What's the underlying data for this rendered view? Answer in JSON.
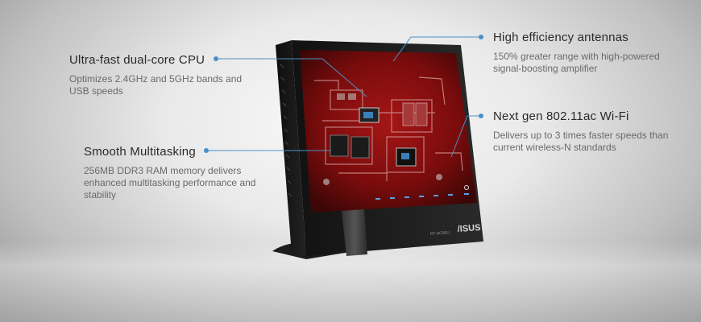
{
  "callouts": {
    "cpu": {
      "title": "Ultra-fast dual-core CPU",
      "description": "Optimizes 2.4GHz and 5GHz bands and USB speeds"
    },
    "multitasking": {
      "title": "Smooth Multitasking",
      "description": "256MB DDR3 RAM memory delivers enhanced multitasking performance and stability"
    },
    "antennas": {
      "title": "High efficiency antennas",
      "description": "150% greater range with high-powered signal-boosting amplifier"
    },
    "wifi": {
      "title": "Next gen 802.11ac Wi-Fi",
      "description": "Delivers up to 3 times faster speeds than current wireless-N standards"
    }
  },
  "device": {
    "brand_logo": "/ISUS",
    "model_label": "RT-AC56U"
  },
  "colors": {
    "accent_dot": "#4a90c8",
    "board_red": "#8f1212",
    "router_body": "#1e1e1e"
  }
}
